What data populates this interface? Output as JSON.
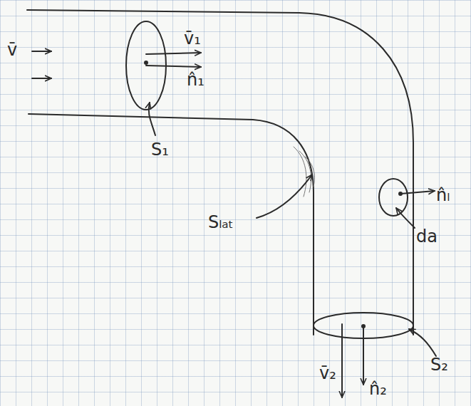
{
  "diagram": {
    "labels": [
      "v̄",
      "v̄₁",
      "n̂₁",
      "S₁",
      "Sₗₐₜ",
      "n̂ₗ",
      "da",
      "v̄₂",
      "n̂₂",
      "S₂"
    ]
  }
}
